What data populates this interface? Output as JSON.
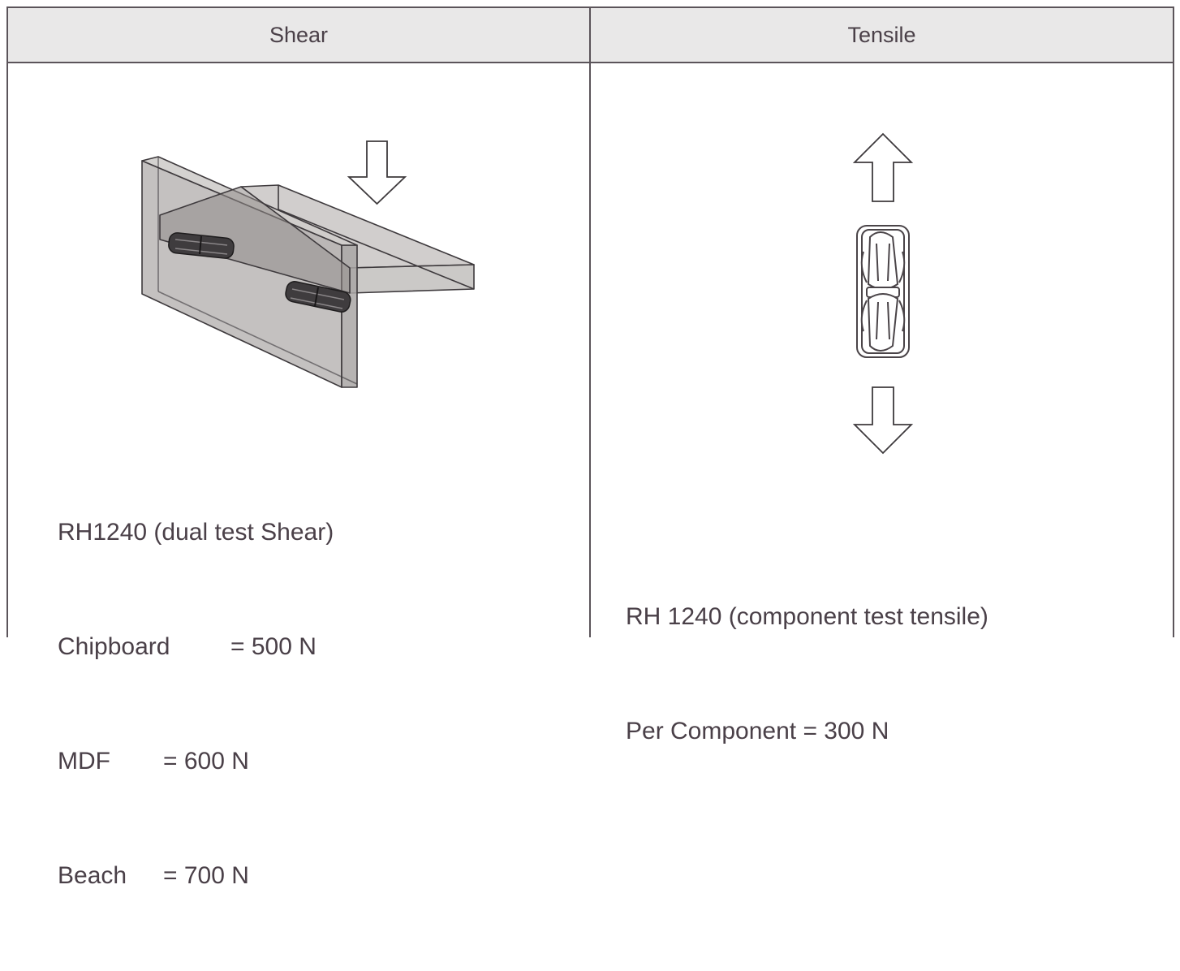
{
  "columns": {
    "shear": {
      "header": "Shear",
      "title": "RH1240 (dual test Shear)",
      "rows": [
        {
          "material": "Chipboard",
          "value": "= 500 N"
        },
        {
          "material": "MDF",
          "value": "= 600 N"
        },
        {
          "material": "Beach",
          "value": "= 700 N"
        }
      ]
    },
    "tensile": {
      "header": "Tensile",
      "title": "RH 1240 (component test tensile)",
      "line": "Per Component = 300 N"
    }
  },
  "colors": {
    "border": "#5b545a",
    "header_bg": "#e9e8e8",
    "text": "#4a4048",
    "panel_fill": "#b5b2b0"
  }
}
